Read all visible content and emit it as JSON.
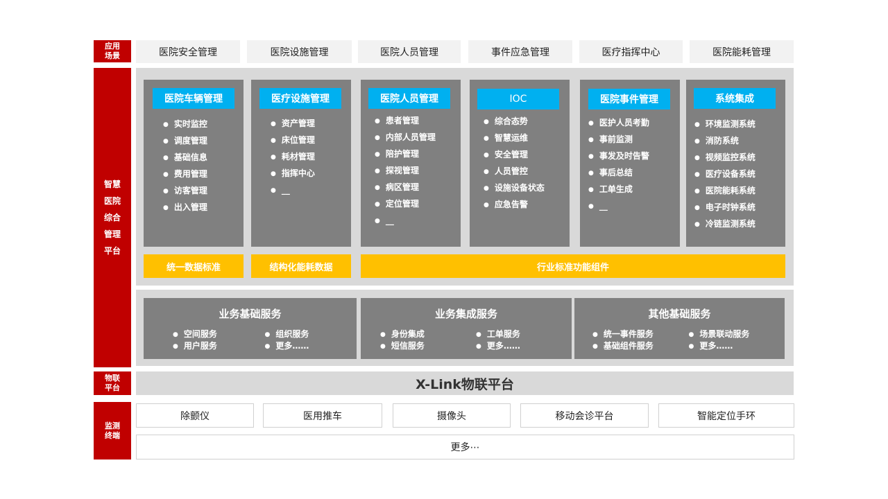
{
  "labels": {
    "app_scene": [
      "应用",
      "场景"
    ],
    "platform": [
      "智慧",
      "医院",
      "综合",
      "管理",
      "平台"
    ],
    "iot": [
      "物联",
      "平台"
    ],
    "terminal": [
      "监测",
      "终端"
    ]
  },
  "scenes": [
    "医院安全管理",
    "医院设施管理",
    "医院人员管理",
    "事件应急管理",
    "医疗指挥中心",
    "医院能耗管理"
  ],
  "columns": [
    {
      "title": "医院车辆管理",
      "items": [
        "实时监控",
        "调度管理",
        "基础信息",
        "费用管理",
        "访客管理",
        "出入管理"
      ]
    },
    {
      "title": "医疗设施管理",
      "items": [
        "资产管理",
        "床位管理",
        "耗材管理",
        "指挥中心",
        "__"
      ]
    },
    {
      "title": "医院人员管理",
      "items": [
        "患者管理",
        "内部人员管理",
        "陪护管理",
        "探视管理",
        "病区管理",
        "定位管理",
        "__"
      ]
    },
    {
      "title": "IOC",
      "items": [
        "综合态势",
        "智慧运维",
        "安全管理",
        "人员管控",
        "设施设备状态",
        "应急告警"
      ]
    },
    {
      "title": "医院事件管理",
      "items": [
        "医护人员考勤",
        "事前监测",
        "事发及时告警",
        "事后总结",
        "工单生成",
        "__"
      ]
    },
    {
      "title": "系统集成",
      "items": [
        "环境监测系统",
        "消防系统",
        "视频监控系统",
        "医疗设备系统",
        "医院能耗系统",
        "电子时钟系统",
        "冷链监测系统"
      ]
    }
  ],
  "standards": [
    "统一数据标准",
    "结构化能耗数据",
    "行业标准功能组件"
  ],
  "services": [
    {
      "title": "业务基础服务",
      "items": [
        "空间服务",
        "组织服务",
        "用户服务",
        "更多……"
      ]
    },
    {
      "title": "业务集成服务",
      "items": [
        "身份集成",
        "工单服务",
        "短信服务",
        "更多……"
      ]
    },
    {
      "title": "其他基础服务",
      "items": [
        "统一事件服务",
        "场景联动服务",
        "基础组件服务",
        "更多……"
      ]
    }
  ],
  "iot_platform": "X-Link物联平台",
  "terminals": [
    "除颤仪",
    "医用推车",
    "摄像头",
    "移动会诊平台",
    "智能定位手环"
  ],
  "terminal_more": "更多⋯",
  "colors": {
    "red": "#c00000",
    "blue": "#00b0f0",
    "yellow": "#ffc000",
    "gray": "#808080",
    "light_gray": "#d9d9d9"
  }
}
